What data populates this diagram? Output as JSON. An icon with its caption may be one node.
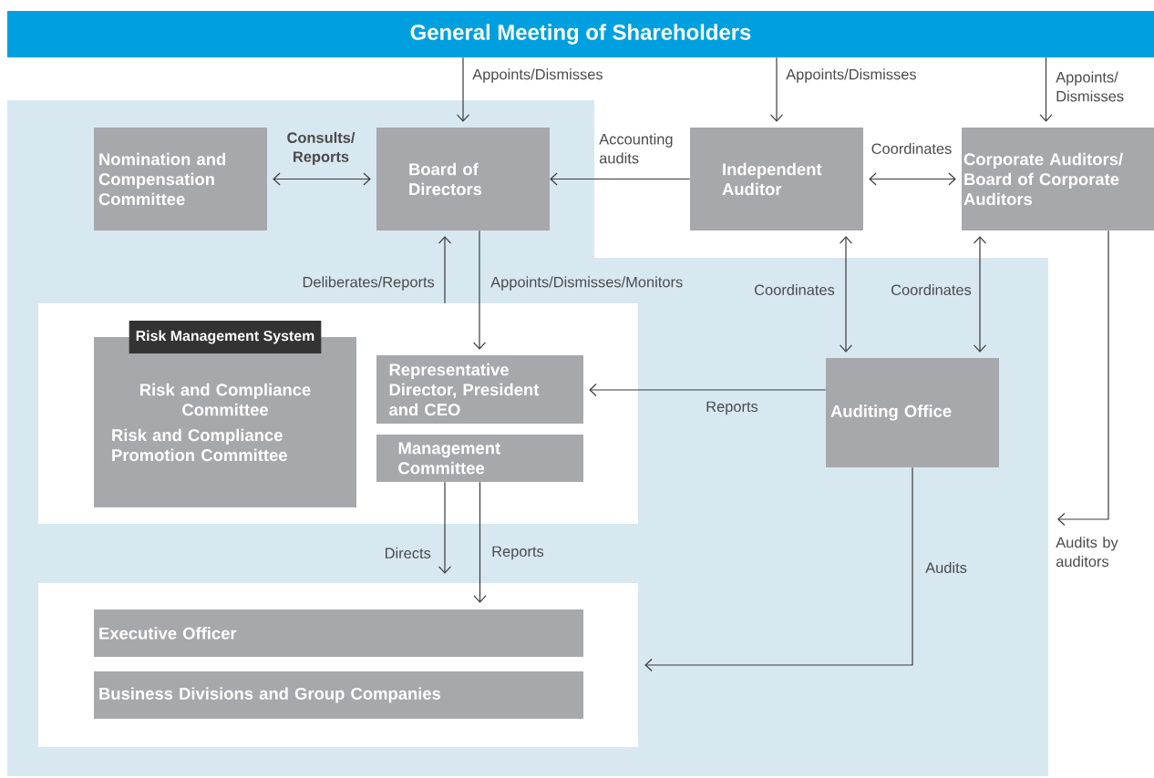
{
  "diagram": {
    "nodes": [
      {
        "text": [
          "General Meeting of Shareholders"
        ]
      },
      {
        "text": [
          "Nomination and Compensation Committee"
        ]
      },
      {
        "text": [
          "Board of Directors"
        ]
      },
      {
        "text": [
          "Independent Auditor"
        ]
      },
      {
        "text": [
          "Corporate Auditors/ Board of Corporate Auditors"
        ]
      },
      {
        "text": [],
        "shape": "box"
      },
      {
        "text": [
          "Risk Management System",
          "Risk and Compliance Committee",
          "Risk and Compliance Promotion Committee"
        ],
        "in": 5
      },
      {
        "text": [
          "Representative Director, President and CEO"
        ],
        "in": 5
      },
      {
        "text": [
          "Management Committee"
        ],
        "in": 5
      },
      {
        "text": [
          "Auditing Office"
        ]
      },
      {
        "text": [],
        "shape": "box"
      },
      {
        "text": [
          "Executive Officer"
        ],
        "in": 10
      },
      {
        "text": [
          "Business Divisions and Group Companies"
        ],
        "in": 10
      }
    ],
    "edges": [
      {
        "from": 0,
        "to": 2,
        "arrow": "to",
        "label": "Appoints/Dismisses"
      },
      {
        "from": 0,
        "to": 3,
        "arrow": "to",
        "label": "Appoints/Dismisses"
      },
      {
        "from": 0,
        "to": 4,
        "arrow": "to",
        "label": "Appoints/ Dismisses"
      },
      {
        "from": 1,
        "to": 2,
        "arrow": "both",
        "label": "Consults/ Reports"
      },
      {
        "from": 3,
        "to": 2,
        "arrow": "to",
        "label": "Accounting audits"
      },
      {
        "from": 3,
        "to": 4,
        "arrow": "both",
        "label": "Coordinates"
      },
      {
        "from": 3,
        "to": 9,
        "arrow": "both",
        "label": "Coordinates"
      },
      {
        "from": 4,
        "to": 9,
        "arrow": "both",
        "label": "Coordinates"
      },
      {
        "from": 5,
        "to": 2,
        "arrow": "to",
        "label": "Deliberates/Reports"
      },
      {
        "from": 2,
        "to": 7,
        "arrow": "to",
        "label": "Appoints/Dismisses/Monitors"
      },
      {
        "from": 9,
        "to": 7,
        "arrow": "to",
        "label": "Reports"
      },
      {
        "from": 8,
        "to": 10,
        "arrow": "to",
        "label": "Directs"
      },
      {
        "from": 8,
        "to": 11,
        "arrow": "to",
        "label": "Reports"
      },
      {
        "from": 9,
        "to": 10,
        "arrow": "to",
        "label": "Audits"
      },
      {
        "from": 4,
        "to": null,
        "arrow": "to",
        "label": "Audits by auditors"
      }
    ]
  }
}
